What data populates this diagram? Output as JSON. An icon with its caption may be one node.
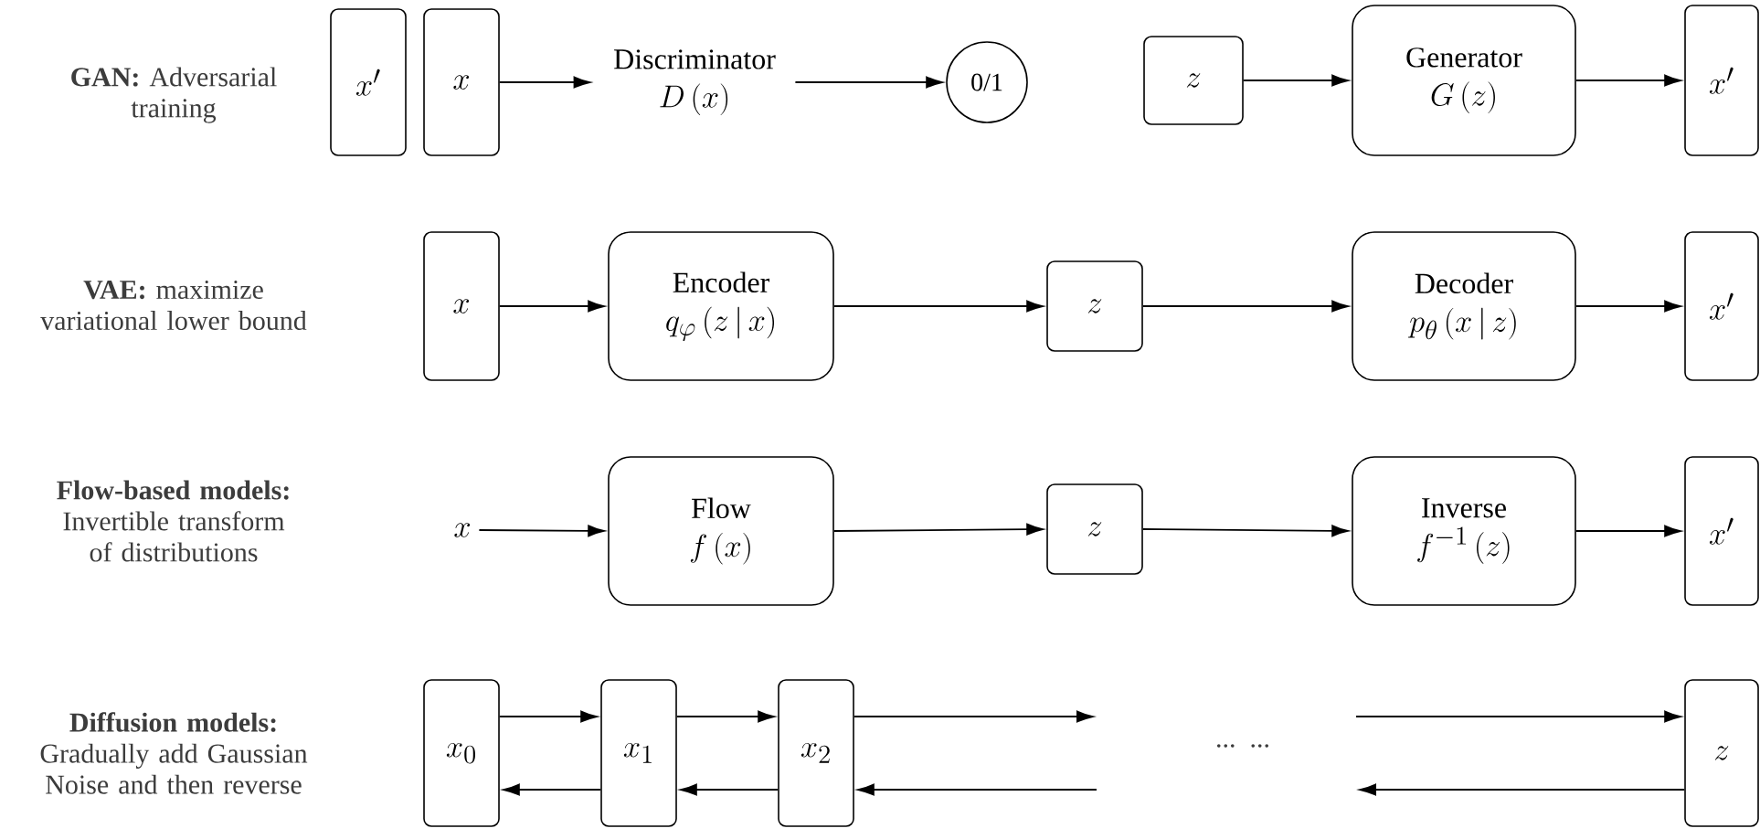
{
  "diagram": {
    "nodes": [
      {
        "text": [
          "x'"
        ]
      },
      {
        "text": [
          "x"
        ]
      },
      {
        "text": [
          "Discriminator",
          "D\\left(x\\right)"
        ]
      },
      {
        "text": [
          "0/1"
        ]
      },
      {
        "text": [
          "z"
        ]
      },
      {
        "text": [
          "Generator",
          "G\\left(z\\right)"
        ]
      },
      {
        "text": [
          "x'"
        ]
      },
      {
        "text": [
          "x"
        ]
      },
      {
        "text": [
          "Encoder",
          "q_{\\varphi}\\left(z\\,|\\,x\\right)"
        ]
      },
      {
        "text": [
          "z"
        ]
      },
      {
        "text": [
          "Decoder",
          "p_{\\theta}\\left(x\\,|\\,z\\right)"
        ]
      },
      {
        "text": [
          "x'"
        ]
      },
      {
        "text": [
          "x"
        ]
      },
      {
        "text": [
          "Flow",
          "f\\left(x\\right)"
        ]
      },
      {
        "text": [
          "z"
        ]
      },
      {
        "text": [
          "Inverse",
          "f^{-1}\\left(z\\right)"
        ]
      },
      {
        "text": [
          "x'"
        ]
      },
      {
        "text": [
          "x_0"
        ]
      },
      {
        "text": [
          "x_1"
        ]
      },
      {
        "text": [
          "x_2"
        ]
      },
      {
        "text": [
          "z"
        ]
      }
    ],
    "edges": [
      {
        "from": 1,
        "to": 2,
        "arrow": "to"
      },
      {
        "from": 2,
        "to": 3,
        "arrow": "to"
      },
      {
        "from": 4,
        "to": 5,
        "arrow": "to"
      },
      {
        "from": 5,
        "to": 6,
        "arrow": "to"
      },
      {
        "from": 7,
        "to": 8,
        "arrow": "to"
      },
      {
        "from": 8,
        "to": 9,
        "arrow": "to"
      },
      {
        "from": 9,
        "to": 10,
        "arrow": "to"
      },
      {
        "from": 10,
        "to": 11,
        "arrow": "to"
      },
      {
        "from": 12,
        "to": 13,
        "arrow": "to"
      },
      {
        "from": 13,
        "to": 14,
        "arrow": "to"
      },
      {
        "from": 14,
        "to": 15,
        "arrow": "to"
      },
      {
        "from": 15,
        "to": 16,
        "arrow": "to"
      },
      {
        "from": 17,
        "to": 18,
        "arrow": "to"
      },
      {
        "from": 18,
        "to": 17,
        "arrow": "to"
      },
      {
        "from": 18,
        "to": 19,
        "arrow": "to"
      },
      {
        "from": 19,
        "to": 18,
        "arrow": "to"
      },
      {
        "from": 19,
        "to": null,
        "arrow": "to"
      },
      {
        "from": null,
        "to": 20,
        "arrow": "to"
      },
      {
        "from": null,
        "to": 19,
        "arrow": "to"
      },
      {
        "from": 20,
        "to": null,
        "arrow": "to"
      }
    ],
    "labels": [
      "**GAN:** Adversarial training",
      "**VAE:** maximize variational lower bound",
      "**Flow-based models:** Invertible transform of distributions",
      "**Diffusion models:** Gradually add Gaussian Noise and then reverse",
      "... ..."
    ]
  }
}
